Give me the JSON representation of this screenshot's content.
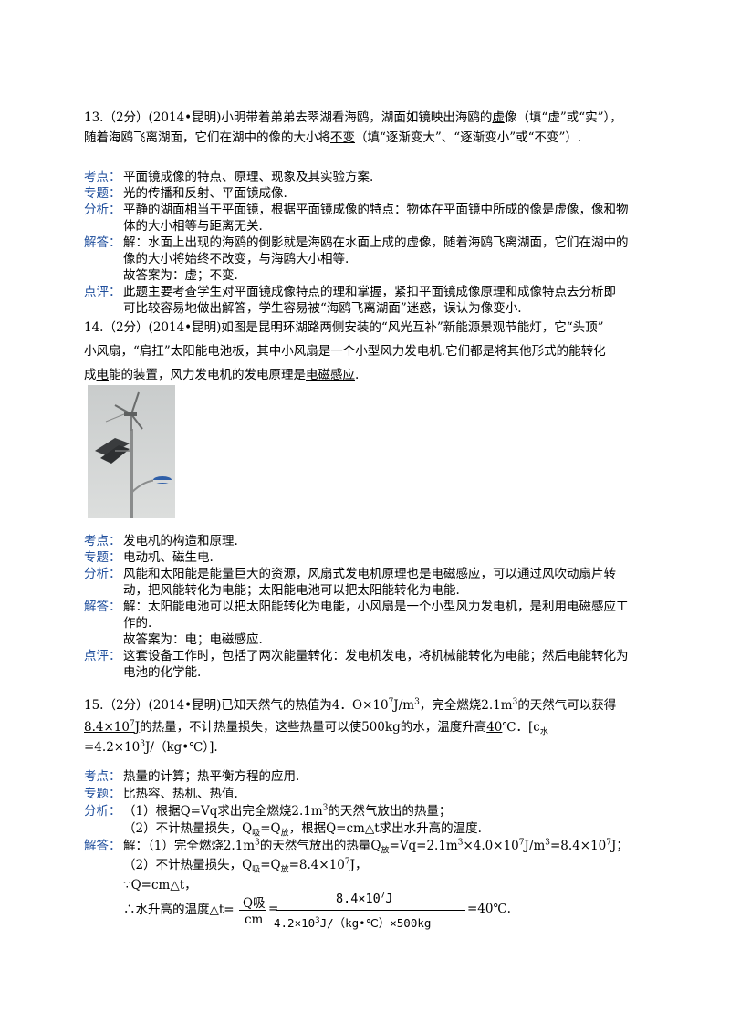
{
  "q13": {
    "line1_a": "13.（2分）(2014•昆明)小明带着弟弟去翠湖看海鸥，湖面如镜映出海鸥的",
    "line1_ans": "虚",
    "line1_b": "像（填“虚”或“实”），",
    "line2_a": "随着海鸥飞离湖面，它们在湖中的像的大小将",
    "line2_ans": "不变",
    "line2_b": "（填“逐渐变大”、“逐渐变小”或“不变”）.",
    "kaodian_label": "考点：",
    "kaodian": "平面镜成像的特点、原理、现象及其实验方案.",
    "zhuanti_label": "专题：",
    "zhuanti": "光的传播和反射、平面镜成像.",
    "fenxi_label": "分析：",
    "fenxi_1": "平静的湖面相当于平面镜，根据平面镜成像的特点：物体在平面镜中所成的像是虚像，像和物",
    "fenxi_2": "体的大小相等与距离无关.",
    "jieda_label": "解答：",
    "jieda_1": "解：水面上出现的海鸥的倒影就是海鸥在水面上成的虚像，随着海鸥飞离湖面，它们在湖中的",
    "jieda_2": "像的大小将始终不改变，与海鸥大小相等.",
    "jieda_3": "故答案为：虚；不变.",
    "dianping_label": "点评：",
    "dianping_1": "此题主要考查学生对平面镜成像特点的理和掌握，紧扣平面镜成像原理和成像特点去分析即",
    "dianping_2": "可比较容易地做出解答，学生容易被“海鸥飞离湖面”迷惑，误认为像变小."
  },
  "q14": {
    "line1": "14.（2分）(2014•昆明)如图是昆明环湖路两侧安装的“风光互补”新能源景观节能灯，它“头顶”",
    "line2": "小风扇，“肩扛”太阳能电池板，其中小风扇是一个小型风力发电机.它们都是将其他形式的能转化",
    "line3_a": "成",
    "line3_ans1": "电",
    "line3_b": "能的装置，风力发电机的发电原理是",
    "line3_ans2": "电磁感应",
    "line3_c": ".",
    "kaodian_label": "考点：",
    "kaodian": "发电机的构造和原理.",
    "zhuanti_label": "专题：",
    "zhuanti": "电动机、磁生电.",
    "fenxi_label": "分析：",
    "fenxi_1": "风能和太阳能是能量巨大的资源，风扇式发电机原理也是电磁感应，可以通过风吹动扇片转",
    "fenxi_2": "动，把风能转化为电能；太阳能电池可以把太阳能转化为电能.",
    "jieda_label": "解答：",
    "jieda_1": "解：太阳能电池可以把太阳能转化为电能，小风扇是一个小型风力发电机，是利用电磁感应工",
    "jieda_2": "作的.",
    "jieda_3": "故答案为：电；电磁感应.",
    "dianping_label": "点评：",
    "dianping_1": "这套设备工作时，包括了两次能量转化：发电机发电，将机械能转化为电能；然后电能转化为",
    "dianping_2": "电池的化学能."
  },
  "q15": {
    "line1_a": "15.（2分）(2014•昆明)已知天然气的热值为4．O×10",
    "line1_exp": "7",
    "line1_b": "J/m",
    "line1_exp2": "3",
    "line1_c": "，完全燃烧2.1m",
    "line1_exp3": "3",
    "line1_d": "的天然气可以获得",
    "line2_ans1a": "8.4×10",
    "line2_ans1exp": "7",
    "line2_ans1b": "J",
    "line2_a": "的热量，不计热量损失，这些热量可以使500kg的水，温度升高",
    "line2_ans2": "40",
    "line2_b": "℃．[c",
    "line2_sub": "水",
    "line3": "=4.2×10",
    "line3_exp": "3",
    "line3_b": "J/（kg•℃）].",
    "kaodian_label": "考点：",
    "kaodian": "热量的计算；热平衡方程的应用.",
    "zhuanti_label": "专题：",
    "zhuanti": "比热容、热机、热值.",
    "fenxi_label": "分析：",
    "fenxi_1a": "（1）根据Q=Vq求出完全燃烧2.1m",
    "fenxi_1exp": "3",
    "fenxi_1b": "的天然气放出的热量；",
    "fenxi_2a": "（2）不计热量损失，Q",
    "fenxi_2sub1": "吸",
    "fenxi_2b": "=Q",
    "fenxi_2sub2": "放",
    "fenxi_2c": "，根据Q=cm△t求出水升高的温度.",
    "jieda_label": "解答：",
    "jieda_1a": "解：（1）完全燃烧2.1m",
    "jieda_1exp": "3",
    "jieda_1b": "的天然气放出的热量Q",
    "jieda_1sub": "放",
    "jieda_1c": "=Vq=2.1m",
    "jieda_1exp2": "3",
    "jieda_1d": "×4.0×10",
    "jieda_1exp3": "7",
    "jieda_1e": "J/m",
    "jieda_1exp4": "3",
    "jieda_1f": "=8.4×10",
    "jieda_1exp5": "7",
    "jieda_1g": "J；",
    "jieda_2a": "（2）不计热量损失，Q",
    "jieda_2sub1": "吸",
    "jieda_2b": "=Q",
    "jieda_2sub2": "放",
    "jieda_2c": "=8.4×10",
    "jieda_2exp": "7",
    "jieda_2d": "J，",
    "jieda_3": "∵Q=cm△t，",
    "jieda_4a": "∴水升高的温度△t=",
    "frac1_num": "Q吸",
    "frac1_den": "cm",
    "frac2_num": "8.4×10",
    "frac2_num_exp": "7",
    "frac2_num_unit": "J",
    "frac2_den": "4.2×10",
    "frac2_den_exp": "3",
    "frac2_den_b": "J/（kg•℃）×500kg",
    "result": "=40℃."
  }
}
